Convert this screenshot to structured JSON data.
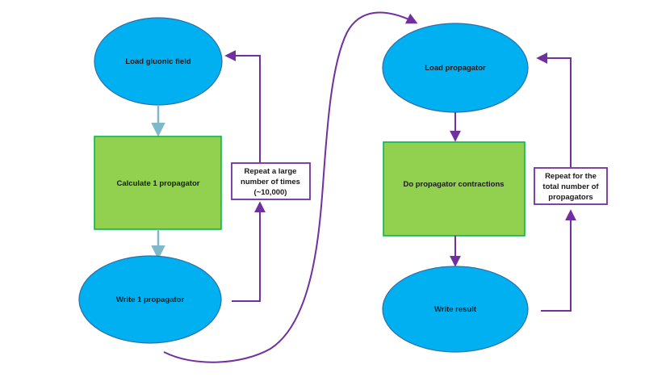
{
  "colors": {
    "ellipse_fill": "#00B0F0",
    "ellipse_stroke": "#2F6DA8",
    "rect_fill": "#92D050",
    "rect_stroke": "#00B050",
    "connector": "#7030A0",
    "left_arrow": "#7FB8C8"
  },
  "left_flow": {
    "load_field": "Load gluonic field",
    "calculate": "Calculate 1 propagator",
    "write": "Write 1 propagator",
    "repeat_note": [
      "Repeat a large",
      "number of times",
      "(~10,000)"
    ]
  },
  "right_flow": {
    "load_propagator": "Load propagator",
    "contractions": "Do propagator contractions",
    "write_result": "Write result",
    "repeat_note": [
      "Repeat for the",
      "total number of",
      "propagators"
    ]
  }
}
